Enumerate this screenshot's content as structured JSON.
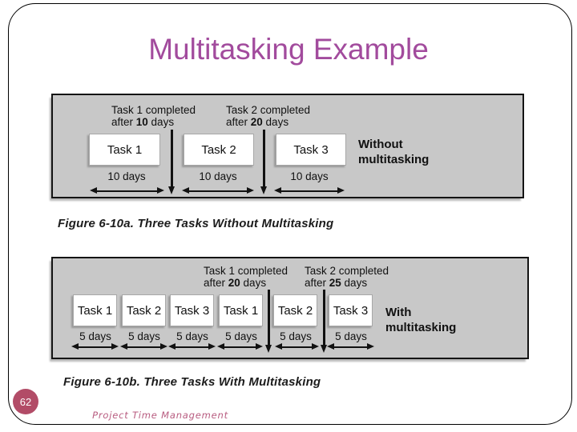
{
  "title": "Multitasking Example",
  "colors": {
    "title_text": "#a24b9d",
    "panel_background": "#c8c8c8",
    "panel_border": "#141414",
    "task_box_background": "#ffffff",
    "page_badge_background": "#b24c67",
    "footer_text": "#b85c80"
  },
  "figure_a": {
    "annotations": [
      {
        "line1": "Task 1 completed",
        "line2_pre": "after ",
        "line2_value": "10",
        "line2_post": " days"
      },
      {
        "line1": "Task 2 completed",
        "line2_pre": "after ",
        "line2_value": "20",
        "line2_post": " days"
      }
    ],
    "tasks": [
      {
        "label": "Task 1",
        "duration": "10 days"
      },
      {
        "label": "Task 2",
        "duration": "10 days"
      },
      {
        "label": "Task 3",
        "duration": "10 days"
      }
    ],
    "side_label_line1": "Without",
    "side_label_line2": "multitasking",
    "caption": "Figure 6-10a. Three Tasks Without Multitasking"
  },
  "figure_b": {
    "annotations": [
      {
        "line1": "Task 1 completed",
        "line2_pre": "after ",
        "line2_value": "20",
        "line2_post": " days"
      },
      {
        "line1": "Task 2 completed",
        "line2_pre": "after ",
        "line2_value": "25",
        "line2_post": " days"
      }
    ],
    "tasks": [
      {
        "label": "Task 1",
        "duration": "5 days"
      },
      {
        "label": "Task 2",
        "duration": "5 days"
      },
      {
        "label": "Task 3",
        "duration": "5 days"
      },
      {
        "label": "Task 1",
        "duration": "5 days"
      },
      {
        "label": "Task 2",
        "duration": "5 days"
      },
      {
        "label": "Task 3",
        "duration": "5 days"
      }
    ],
    "side_label_line1": "With",
    "side_label_line2": "multitasking",
    "caption": "Figure 6-10b. Three Tasks With Multitasking"
  },
  "footer": {
    "page_number": "62",
    "course": "Project Time Management"
  }
}
